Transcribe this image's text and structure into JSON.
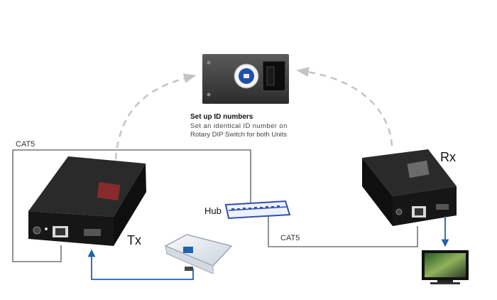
{
  "id_setup": {
    "title": "Set up ID numbers",
    "line1": "Set an identical ID number on",
    "line2": "Rotary DIP Switch for both Units"
  },
  "labels": {
    "cat_left": "CAT5",
    "cat_right": "CAT5",
    "hub": "Hub",
    "tx": "Tx",
    "rx": "Rx"
  },
  "colors": {
    "cable": "#777777",
    "link_arrow": "#1e62b0",
    "dashed_arrow": "#c4c4c4",
    "device_body": "#1b1b1b",
    "hub": "#2f4fb0"
  },
  "icons": [
    "rotary-dip-switch-icon",
    "transmitter-unit-icon",
    "receiver-unit-icon",
    "network-hub-icon",
    "usb-source-device-icon",
    "display-monitor-icon"
  ]
}
